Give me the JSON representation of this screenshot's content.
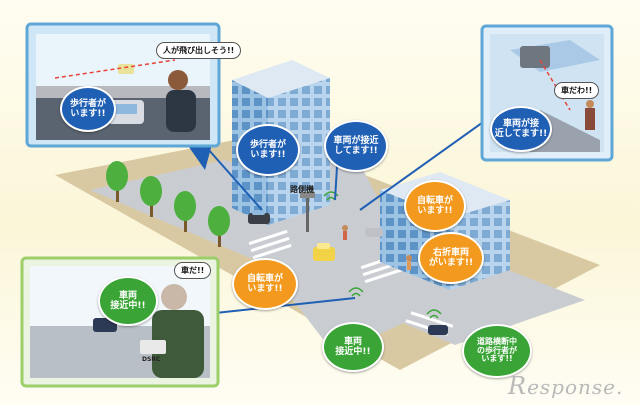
{
  "labels": {
    "top_left_speech": "人が飛び出しそう!!",
    "top_left_bubble": "歩行者が\nいます!!",
    "center_bubble": "歩行者が\nいます!!",
    "top_center_bubble": "車両が接近\nしてます!!",
    "roadside_unit": "路側機",
    "top_right_speech": "車だわ!!",
    "top_right_bubble": "車両が接\n近してます!!",
    "bicycle_bubble": "自転車が\nいます!!",
    "right_turn_bubble": "右折車両\nがいます!!",
    "center_bicycle_bubble": "自転車が\nいます!!",
    "bottom_left_speech": "車だ!!",
    "bottom_left_bubble": "車両\n接近中!!",
    "bottom_center_bubble": "車両\n接近中!!",
    "bottom_right_bubble": "道路横断中\nの歩行者が\nいます!!",
    "device_label": "DSRC"
  },
  "logo": {
    "letter": "R",
    "rest": "esponse."
  },
  "colors": {
    "panel_border": "#5ea7d6",
    "green_panel_border": "#9cce6a",
    "blue_bubble": "#1f5fb4",
    "orange_bubble": "#f39a1e",
    "green_bubble": "#3aa536",
    "road": "#c9cdd2",
    "building": "#a9c9e6"
  }
}
